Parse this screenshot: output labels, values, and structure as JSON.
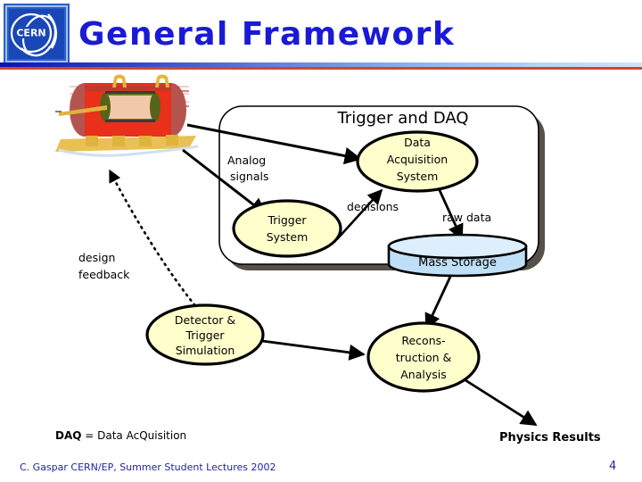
{
  "header": {
    "title": "General Framework",
    "logo_text": "CERN",
    "logo_name": "cern-logo",
    "divider_blue": "#1010b8",
    "divider_red": "#d1462c",
    "title_color": "#1a1ad6"
  },
  "diagram": {
    "group_box": {
      "title": "Trigger and DAQ",
      "fill": "#ffffff",
      "stroke": "#000000",
      "shadow": "#575049"
    },
    "detector_image": {
      "alt": "detector-cutaway"
    },
    "nodes": [
      {
        "id": "daq",
        "label_lines": [
          "Data",
          "Acquisition",
          "System"
        ],
        "shape": "ellipse",
        "fill": "#ffffcc"
      },
      {
        "id": "trigger",
        "label_lines": [
          "Trigger",
          "System"
        ],
        "shape": "ellipse",
        "fill": "#ffffcc"
      },
      {
        "id": "mass_storage",
        "label_lines": [
          "Mass Storage"
        ],
        "shape": "cylinder",
        "fill": "#bfdff7"
      },
      {
        "id": "simulation",
        "label_lines": [
          "Detector &",
          "Trigger",
          "Simulation"
        ],
        "shape": "ellipse",
        "fill": "#ffffcc"
      },
      {
        "id": "reconstruction",
        "label_lines": [
          "Recons-",
          "truction &",
          "Analysis"
        ],
        "shape": "ellipse",
        "fill": "#ffffcc"
      }
    ],
    "edge_labels": [
      {
        "id": "analog",
        "lines": [
          "Analog",
          "signals"
        ]
      },
      {
        "id": "decisions",
        "lines": [
          "decisions"
        ]
      },
      {
        "id": "raw_data",
        "lines": [
          "raw data"
        ]
      },
      {
        "id": "design_feedback",
        "lines": [
          "design",
          "feedback"
        ]
      }
    ]
  },
  "footer": {
    "daq_legend_bold1": "DAQ",
    "daq_legend_rest": " = Data AcQuisition",
    "credit": "C. Gaspar CERN/EP, Summer Student Lectures 2002",
    "page_number": "4",
    "physics_results": "Physics Results"
  }
}
